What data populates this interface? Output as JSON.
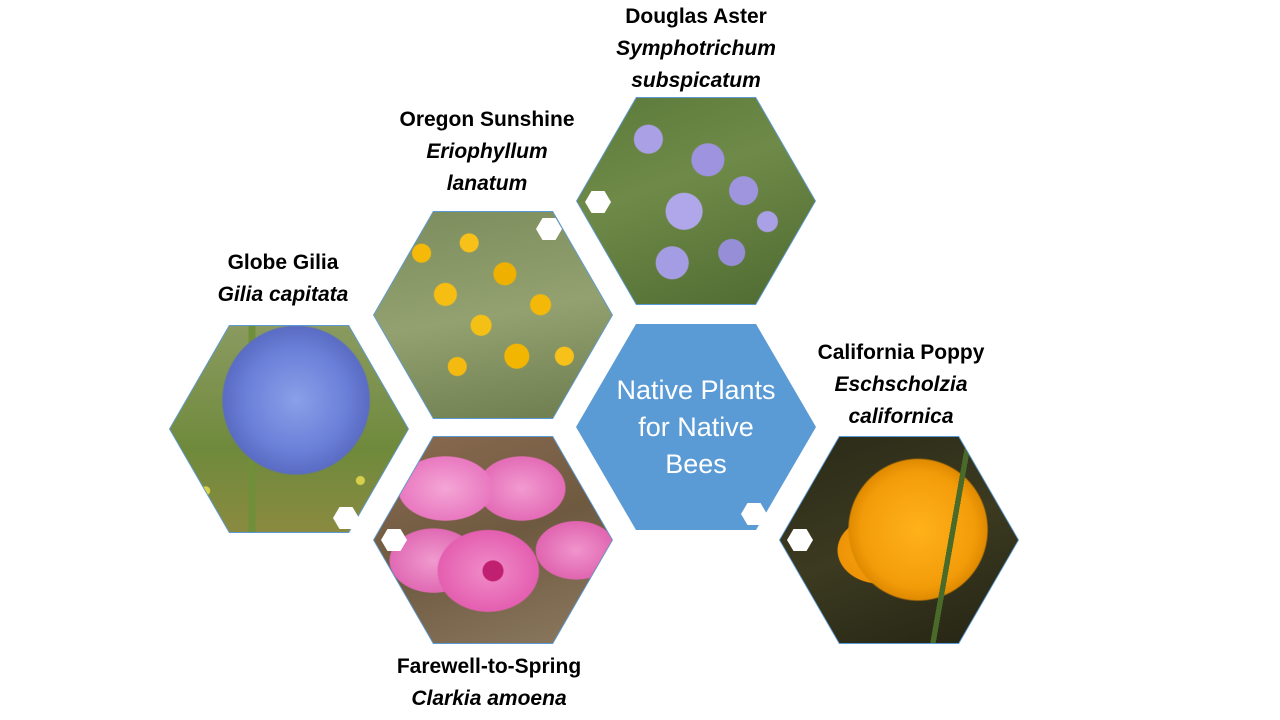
{
  "center": {
    "title": "Native Plants for Native Bees",
    "color": "#5b9bd5"
  },
  "plants": [
    {
      "common": "Douglas Aster",
      "scientific_line1": "Symphotrichum",
      "scientific_line2": "subspicatum"
    },
    {
      "common": "Oregon Sunshine",
      "scientific_line1": "Eriophyllum",
      "scientific_line2": "lanatum"
    },
    {
      "common": "Globe Gilia",
      "scientific_line1": "Gilia capitata"
    },
    {
      "common": "California Poppy",
      "scientific_line1": "Eschscholzia",
      "scientific_line2": "californica"
    },
    {
      "common": "Farewell-to-Spring",
      "scientific_line1": "Clarkia amoena"
    }
  ]
}
